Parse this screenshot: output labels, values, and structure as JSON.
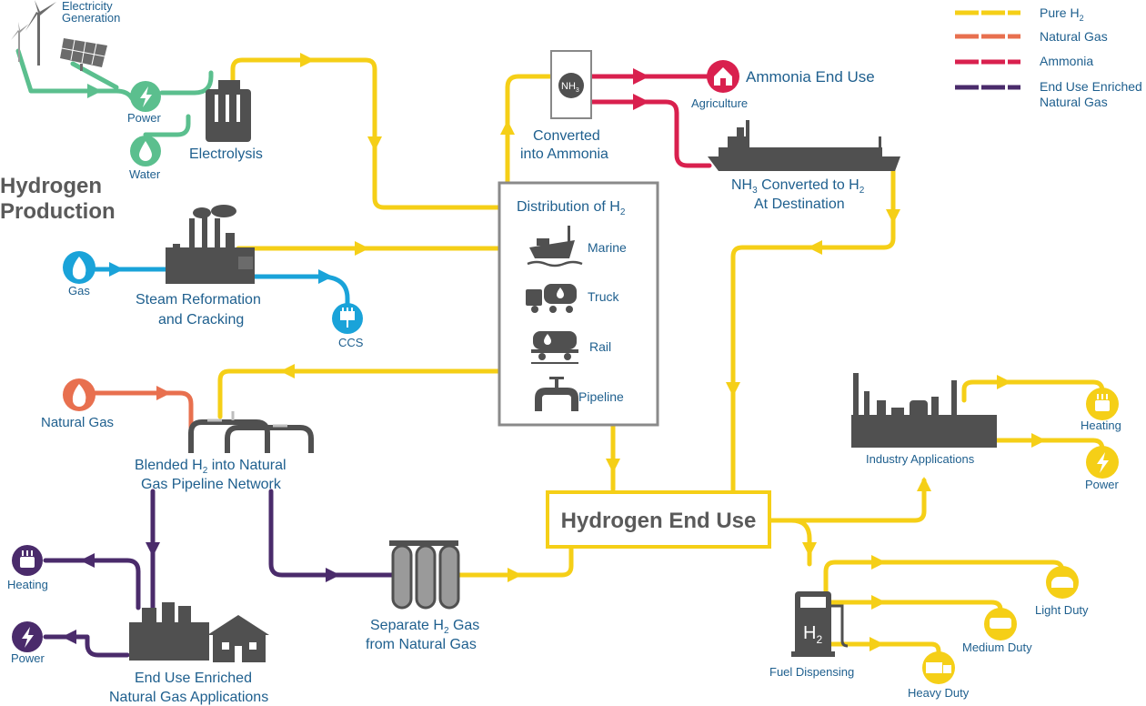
{
  "colors": {
    "pure_h2": "#f5cf17",
    "natural_gas": "#e8704f",
    "ammonia": "#d9204e",
    "enriched_gas": "#4a2b6b",
    "power_water": "#5bbf8e",
    "gas_ccs": "#1aa3d9",
    "text_blue": "#1e5f8e",
    "icon_gray": "#505050"
  },
  "legend": {
    "pure_h2": {
      "label": "Pure H",
      "sub": "2"
    },
    "natural_gas": "Natural Gas",
    "ammonia": "Ammonia",
    "enriched_1": "End Use Enriched",
    "enriched_2": "Natural Gas"
  },
  "production": {
    "title_1": "Hydrogen",
    "title_2": "Production",
    "electricity_1": "Electricity",
    "electricity_2": "Generation",
    "power": "Power",
    "water": "Water",
    "electrolysis": "Electrolysis",
    "gas": "Gas",
    "steam_1": "Steam Reformation",
    "steam_2": "and Cracking",
    "ccs": "CCS"
  },
  "ammonia": {
    "nh3_badge": {
      "main": "NH",
      "sub": "3"
    },
    "converted_1": "Converted",
    "converted_2": "into Ammonia",
    "end_use": "Ammonia End Use",
    "agriculture": "Agriculture",
    "dest_1": {
      "a": "NH",
      "sub1": "3",
      "b": " Converted to H",
      "sub2": "2"
    },
    "dest_2": "At Destination"
  },
  "distribution": {
    "title": {
      "main": "Distribution of H",
      "sub": "2"
    },
    "marine": "Marine",
    "truck": "Truck",
    "rail": "Rail",
    "pipeline": "Pipeline"
  },
  "blend": {
    "natural_gas": "Natural Gas",
    "blended_1": {
      "a": "Blended H",
      "sub": "2",
      "b": " into Natural"
    },
    "blended_2": "Gas Pipeline Network",
    "heating": "Heating",
    "power": "Power",
    "enriched_1": "End Use Enriched",
    "enriched_2": "Natural Gas Applications",
    "separate_1": {
      "a": "Separate H",
      "sub": "2",
      "b": " Gas"
    },
    "separate_2": "from Natural Gas"
  },
  "end_use": {
    "title": "Hydrogen End Use",
    "industry": "Industry Applications",
    "heating": "Heating",
    "power": "Power",
    "fuel": "Fuel Dispensing",
    "h2_main": "H",
    "h2_sub": "2",
    "light": "Light Duty",
    "medium": "Medium Duty",
    "heavy": "Heavy Duty"
  }
}
